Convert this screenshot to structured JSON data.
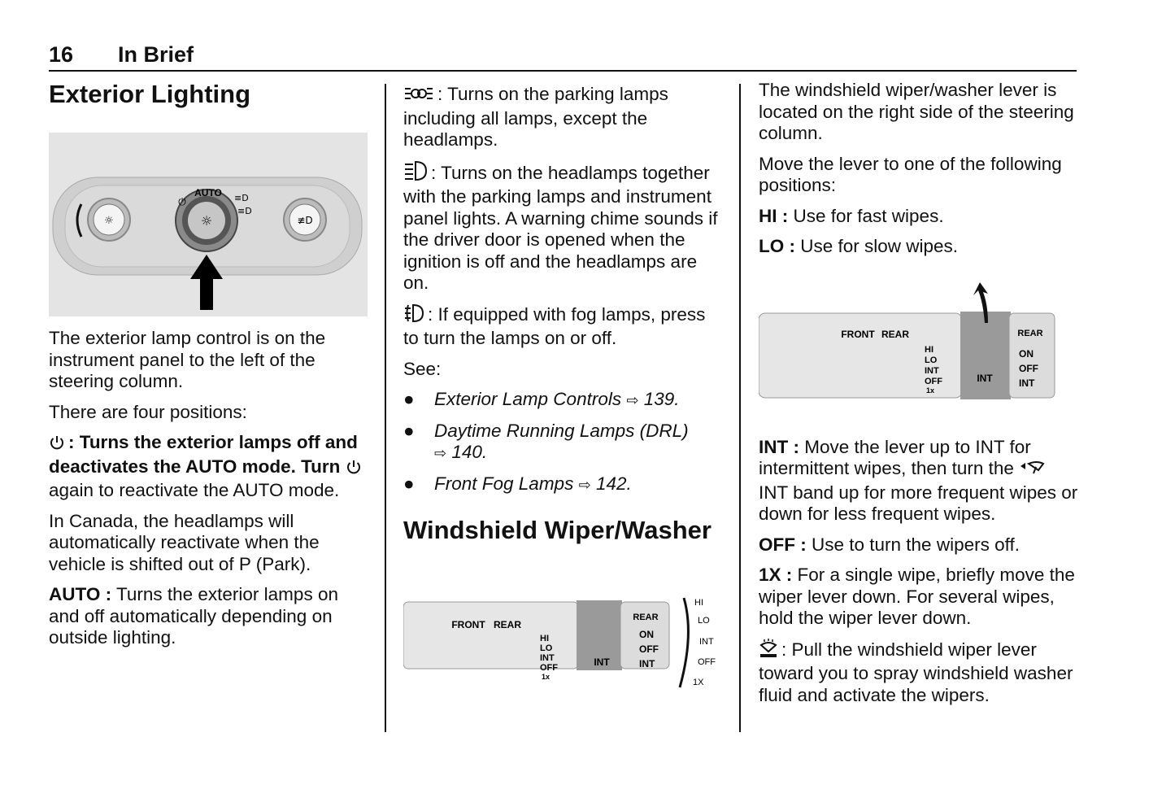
{
  "header": {
    "page_number": "16",
    "section": "In Brief"
  },
  "col1": {
    "title": "Exterior Lighting",
    "p1": "The exterior lamp control is on the instrument panel to the left of the steering column.",
    "p2": "There are four positions:",
    "off_text1": ": Turns the exterior lamps off and deactivates the AUTO mode. Turn",
    "off_text2": " again to reactivate the AUTO mode.",
    "p_canada": "In Canada, the headlamps will automatically reactivate when the vehicle is shifted out of P (Park).",
    "auto_label": "AUTO :",
    "auto_text": " Turns the exterior lamps on and off automatically depending on outside lighting.",
    "figure": {
      "knob_label": "AUTO"
    }
  },
  "col2": {
    "parking_text": ": Turns on the parking lamps including all lamps, except the headlamps.",
    "headlamp_text": ": Turns on the headlamps together with the parking lamps and instrument panel lights. A warning chime sounds if the driver door is opened when the ignition is off and the headlamps are on.",
    "fog_text": ": If equipped with fog lamps, press to turn the lamps on or off.",
    "see": "See:",
    "refs": [
      {
        "text": "Exterior Lamp Controls",
        "page": "139."
      },
      {
        "text": "Daytime Running Lamps (DRL)",
        "page": "140."
      },
      {
        "text": "Front Fog Lamps",
        "page": "142."
      }
    ],
    "title2": "Windshield Wiper/Washer",
    "figure": {
      "front": "FRONT",
      "rear": "REAR",
      "positions": [
        "HI",
        "LO",
        "INT",
        "OFF",
        "1x"
      ],
      "int": "INT",
      "rear_pos": [
        "ON",
        "OFF",
        "INT"
      ],
      "side": [
        "HI",
        "LO",
        "INT",
        "OFF",
        "1X"
      ]
    }
  },
  "col3": {
    "p1": "The windshield wiper/washer lever is located on the right side of the steering column.",
    "p2": "Move the lever to one of the following positions:",
    "hi_label": "HI :",
    "hi_text": " Use for fast wipes.",
    "lo_label": "LO :",
    "lo_text": " Use for slow wipes.",
    "int_label": "INT :",
    "int_text1": " Move the lever up to INT for intermittent wipes, then turn the",
    "int_text2": "INT band up for more frequent wipes or down for less frequent wipes.",
    "off_label": "OFF :",
    "off_text": " Use to turn the wipers off.",
    "x1_label": "1X :",
    "x1_text": " For a single wipe, briefly move the wiper lever down. For several wipes, hold the wiper lever down.",
    "wash_text": ": Pull the windshield wiper lever toward you to spray windshield washer fluid and activate the wipers.",
    "figure": {
      "front": "FRONT",
      "rear": "REAR",
      "positions": [
        "HI",
        "LO",
        "INT",
        "OFF",
        "1x"
      ],
      "int": "INT",
      "rear_pos": [
        "ON",
        "OFF",
        "INT"
      ]
    }
  }
}
